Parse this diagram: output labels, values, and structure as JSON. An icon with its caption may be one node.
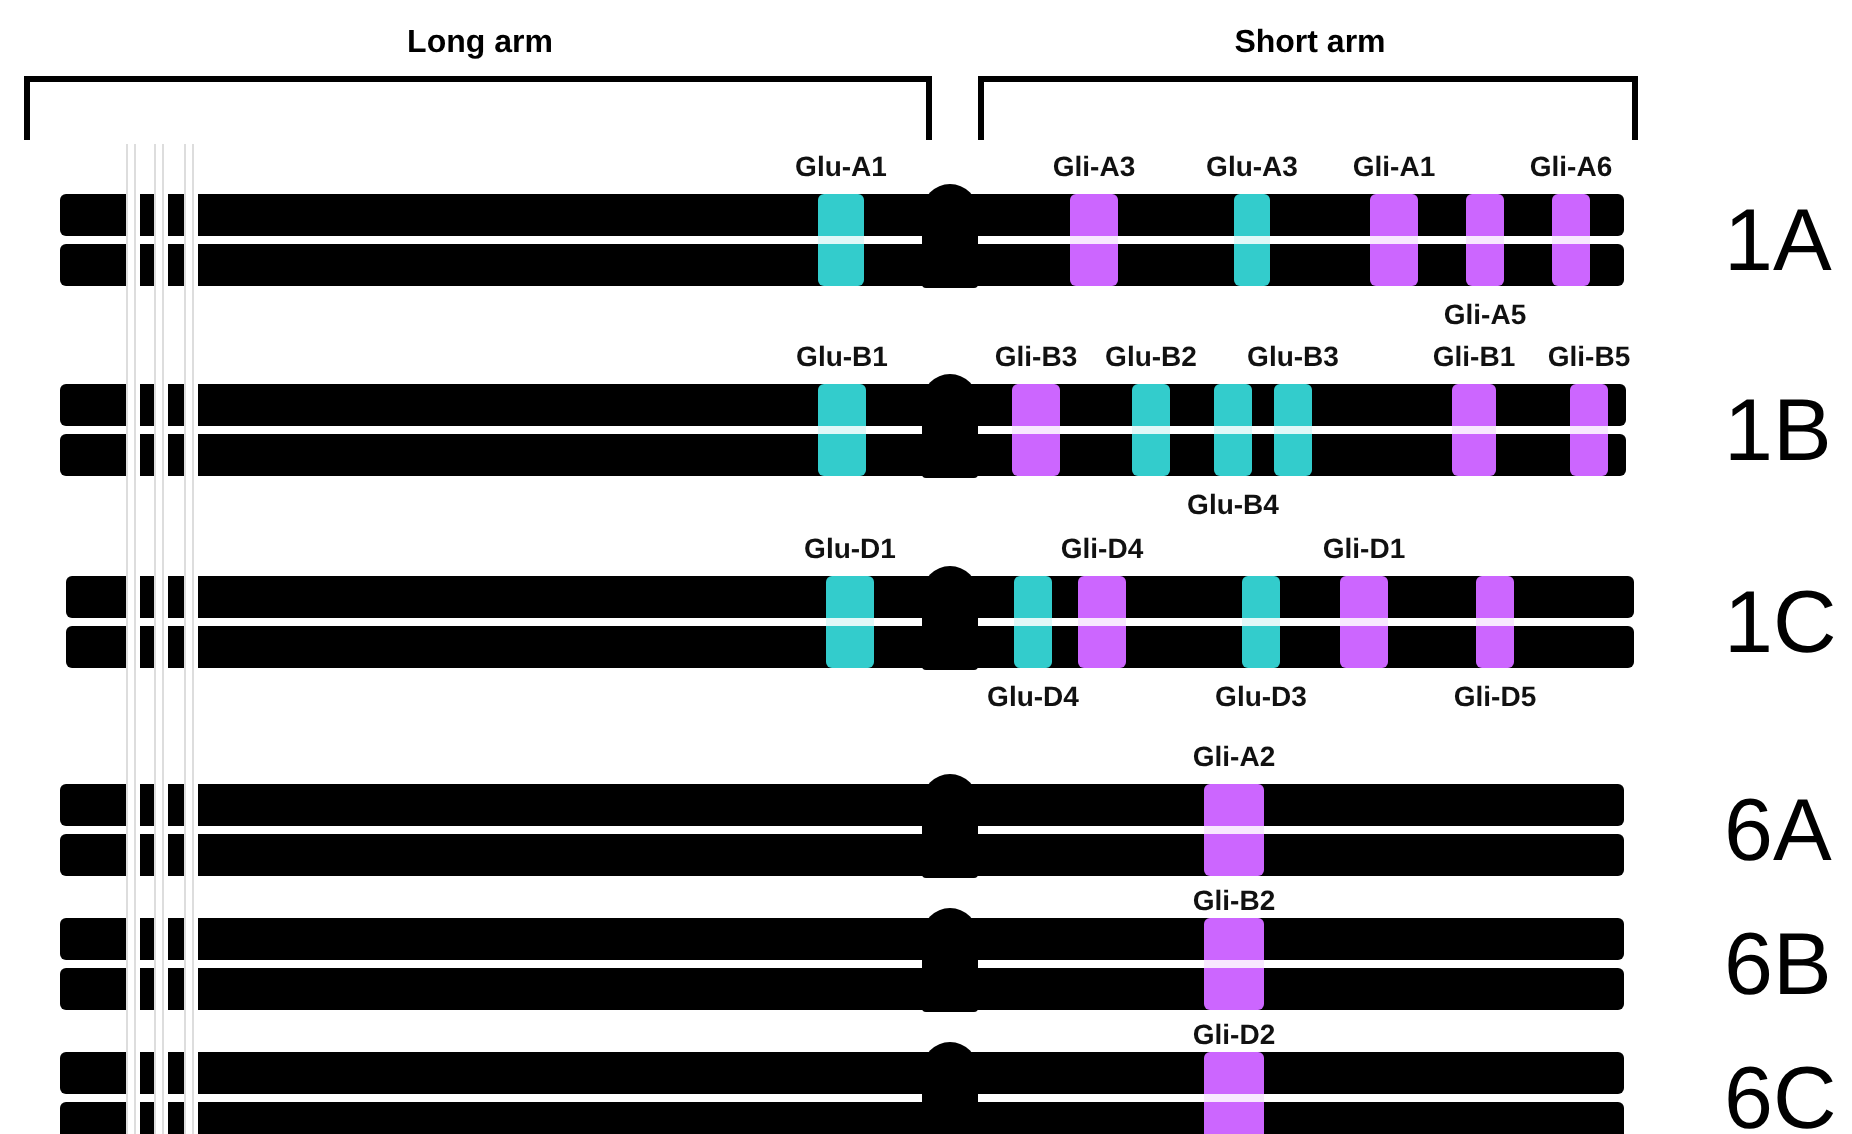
{
  "diagram": {
    "nodes": [
      {
        "text": [],
        "shape": "bar",
        "beside": [
          "1A"
        ]
      },
      {
        "text": [],
        "shape": "bar",
        "in": 0,
        "beside": [
          "Glu-A1"
        ]
      },
      {
        "text": [],
        "shape": "bar",
        "in": 0,
        "beside": [
          "Gli-A3"
        ]
      },
      {
        "text": [],
        "shape": "bar",
        "in": 0,
        "beside": [
          "Glu-A3"
        ]
      },
      {
        "text": [],
        "shape": "bar",
        "in": 0,
        "beside": [
          "Gli-A1"
        ]
      },
      {
        "text": [],
        "shape": "bar",
        "in": 0,
        "beside": [
          "Gli-A5"
        ]
      },
      {
        "text": [],
        "shape": "bar",
        "in": 0,
        "beside": [
          "Gli-A6"
        ]
      },
      {
        "text": [],
        "shape": "bar",
        "beside": [
          "1B"
        ]
      },
      {
        "text": [],
        "shape": "bar",
        "in": 7,
        "beside": [
          "Glu-B1"
        ]
      },
      {
        "text": [],
        "shape": "bar",
        "in": 7,
        "beside": [
          "Gli-B3"
        ]
      },
      {
        "text": [],
        "shape": "bar",
        "in": 7,
        "beside": [
          "Glu-B2"
        ]
      },
      {
        "text": [],
        "shape": "bar",
        "in": 7,
        "beside": [
          "Glu-B4"
        ]
      },
      {
        "text": [],
        "shape": "bar",
        "in": 7,
        "beside": [
          "Glu-B3"
        ]
      },
      {
        "text": [],
        "shape": "bar",
        "in": 7,
        "beside": [
          "Gli-B1"
        ]
      },
      {
        "text": [],
        "shape": "bar",
        "in": 7,
        "beside": [
          "Gli-B5"
        ]
      },
      {
        "text": [],
        "shape": "bar",
        "beside": [
          "1C"
        ]
      },
      {
        "text": [],
        "shape": "bar",
        "in": 15,
        "beside": [
          "Glu-D1"
        ]
      },
      {
        "text": [],
        "shape": "bar",
        "in": 15,
        "beside": [
          "Glu-D4"
        ]
      },
      {
        "text": [],
        "shape": "bar",
        "in": 15,
        "beside": [
          "Gli-D4"
        ]
      },
      {
        "text": [],
        "shape": "bar",
        "in": 15,
        "beside": [
          "Glu-D3"
        ]
      },
      {
        "text": [],
        "shape": "bar",
        "in": 15,
        "beside": [
          "Gli-D1"
        ]
      },
      {
        "text": [],
        "shape": "bar",
        "in": 15,
        "beside": [
          "Gli-D5"
        ]
      },
      {
        "text": [],
        "shape": "bar",
        "beside": [
          "6A"
        ]
      },
      {
        "text": [],
        "shape": "bar",
        "in": 22,
        "beside": [
          "Gli-A2"
        ]
      },
      {
        "text": [],
        "shape": "bar",
        "beside": [
          "6B"
        ]
      },
      {
        "text": [],
        "shape": "bar",
        "in": 24,
        "beside": [
          "Gli-B2"
        ]
      },
      {
        "text": [],
        "shape": "bar",
        "beside": [
          "6C"
        ]
      },
      {
        "text": [],
        "shape": "bar",
        "in": 26,
        "beside": [
          "Gli-D2"
        ]
      }
    ],
    "edges": [],
    "labels": [
      "Long arm",
      "Short arm"
    ]
  }
}
